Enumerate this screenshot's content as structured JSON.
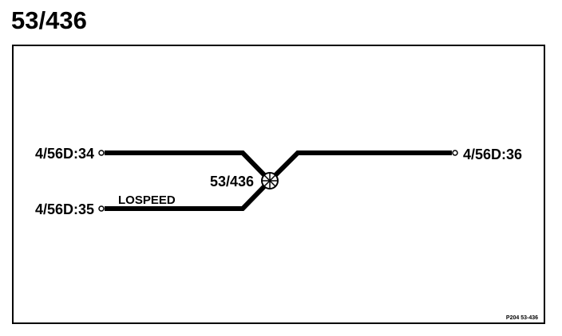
{
  "title": "53/436",
  "diagram": {
    "terminals": {
      "upper_left": "4/56D:34",
      "lower_left": "4/56D:35",
      "right": "4/56D:36"
    },
    "junction_label": "53/436",
    "line_label": "LOSPEED",
    "footer_code": "P204  53-436"
  },
  "colors": {
    "line": "#000000",
    "background": "#ffffff"
  },
  "icons": {
    "junction": "circle-cross-icon",
    "terminal": "open-circle-icon"
  }
}
